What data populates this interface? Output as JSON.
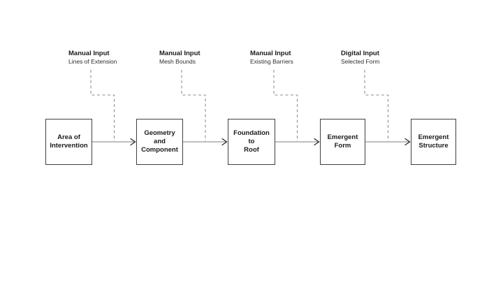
{
  "diagram": {
    "nodes": [
      {
        "label": "Area of\nIntervention"
      },
      {
        "label": "Geometry\nand\nComponent"
      },
      {
        "label": "Foundation\nto\nRoof"
      },
      {
        "label": "Emergent\nForm"
      },
      {
        "label": "Emergent\nStructure"
      }
    ],
    "inputs": [
      {
        "title": "Manual Input",
        "subtitle": "Lines of Extension"
      },
      {
        "title": "Manual Input",
        "subtitle": "Mesh Bounds"
      },
      {
        "title": "Manual Input",
        "subtitle": "Existing Barriers"
      },
      {
        "title": "Digital Input",
        "subtitle": "Selected Form"
      }
    ]
  },
  "colors": {
    "background": "#ffffff",
    "box-border": "#404040",
    "box-text": "#1a1a1a",
    "label-title": "#1a1a1a",
    "label-subtitle": "#2e2e2e",
    "flow-line": "#9a9a9a",
    "arrowhead": "#2a2a2a",
    "dashed-line": "#8f8f8f"
  }
}
